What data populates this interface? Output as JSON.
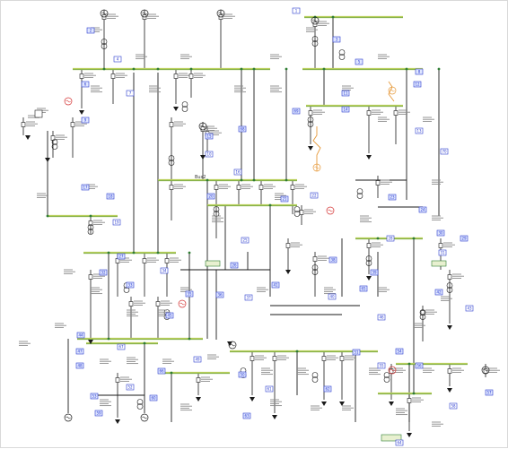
{
  "diagram": {
    "type": "single-line electrical network diagram",
    "colors": {
      "background": "#ffffff",
      "border": "#d9d9d9",
      "line": "#1a1a1a",
      "bus_bar": "#b9cf5a",
      "bus_node": "#2e7d32",
      "marker_fill": "#dfe6ff",
      "marker_stroke": "#2a3bcf",
      "alert": "#d32f2f",
      "warning": "#e69a3c",
      "text": "#333333"
    },
    "numbered_markers": [
      "1",
      "2",
      "3",
      "4",
      "5",
      "6",
      "7",
      "8",
      "9",
      "10",
      "11",
      "12",
      "13",
      "14",
      "15",
      "16",
      "17",
      "18",
      "19",
      "20",
      "21",
      "22",
      "23",
      "24",
      "25",
      "26",
      "27",
      "28",
      "29",
      "30",
      "31",
      "32",
      "33",
      "34",
      "35",
      "36",
      "37",
      "38",
      "39",
      "40",
      "41",
      "42",
      "43",
      "44",
      "45",
      "46",
      "47",
      "48",
      "49",
      "50",
      "51",
      "52",
      "53",
      "54",
      "55",
      "56",
      "57",
      "58",
      "59",
      "60",
      "61",
      "62",
      "63",
      "64",
      "65",
      "66",
      "67",
      "68",
      "69",
      "70"
    ],
    "bus_labels": {
      "center_bus": "Bus2"
    }
  }
}
